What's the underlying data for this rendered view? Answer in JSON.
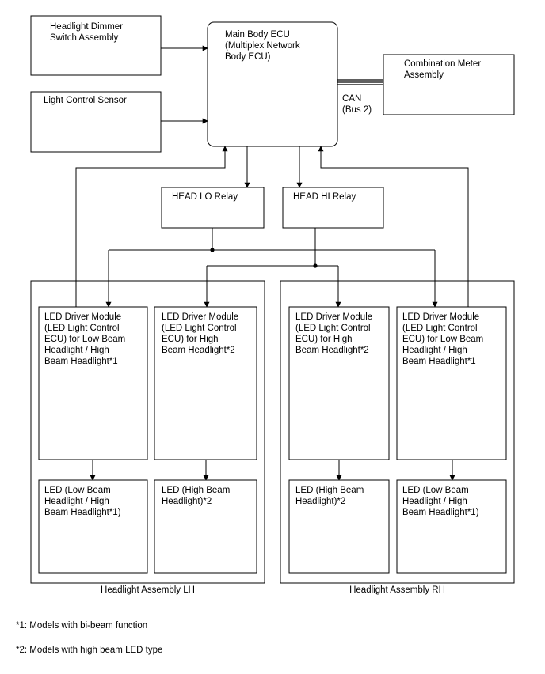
{
  "boxes": {
    "dimmer_switch": "Headlight Dimmer\nSwitch Assembly",
    "light_control_sensor": "Light Control Sensor",
    "main_body_ecu": "Main Body ECU\n(Multiplex Network\nBody ECU)",
    "combination_meter": "Combination Meter\nAssembly",
    "head_lo_relay": "HEAD LO Relay",
    "head_hi_relay": "HEAD HI Relay",
    "lh_low_driver": "LED Driver Module\n(LED Light Control\nECU) for Low Beam\nHeadlight / High\nBeam Headlight*1",
    "lh_high_driver": "LED Driver Module\n(LED Light Control\nECU) for High\nBeam Headlight*2",
    "rh_high_driver": "LED Driver Module\n(LED Light Control\nECU) for High\nBeam Headlight*2",
    "rh_low_driver": "LED Driver Module\n(LED Light Control\nECU) for Low Beam\nHeadlight / High\nBeam Headlight*1",
    "lh_low_led": "LED (Low Beam\nHeadlight / High\nBeam Headlight*1)",
    "lh_high_led": "LED (High Beam\nHeadlight)*2",
    "rh_high_led": "LED (High Beam\nHeadlight)*2",
    "rh_low_led": "LED (Low Beam\nHeadlight / High\nBeam Headlight*1)"
  },
  "can_label": "CAN\n(Bus 2)",
  "groups": {
    "lh": "Headlight Assembly LH",
    "rh": "Headlight Assembly RH"
  },
  "notes": {
    "note1": "*1: Models with bi-beam function",
    "note2": "*2: Models with high beam LED type"
  }
}
